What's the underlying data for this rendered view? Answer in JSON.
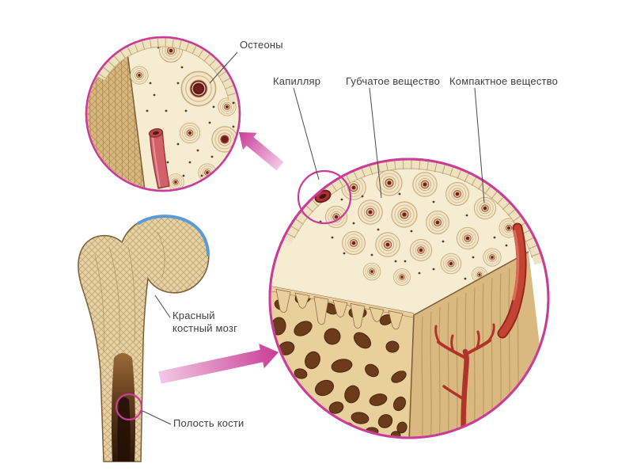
{
  "diagram": {
    "labels": {
      "osteons": "Остеоны",
      "capillary": "Капилляр",
      "spongy_substance": "Губчатое вещество",
      "compact_substance": "Компактное вещество",
      "red_marrow_line1": "Красный",
      "red_marrow_line2": "костный мозг",
      "bone_cavity": "Полость кости"
    },
    "colors": {
      "accent_pink": "#c93d97",
      "cartilage_blue": "#5b9bd5",
      "bone_cream": "#f6ecd2",
      "bone_tan": "#d9b97f",
      "spongy_web": "#e9cf9a",
      "spongy_hole_brown": "#6b3b1a",
      "vessel_red": "#c44434",
      "label_text": "#3e3e3e"
    }
  }
}
